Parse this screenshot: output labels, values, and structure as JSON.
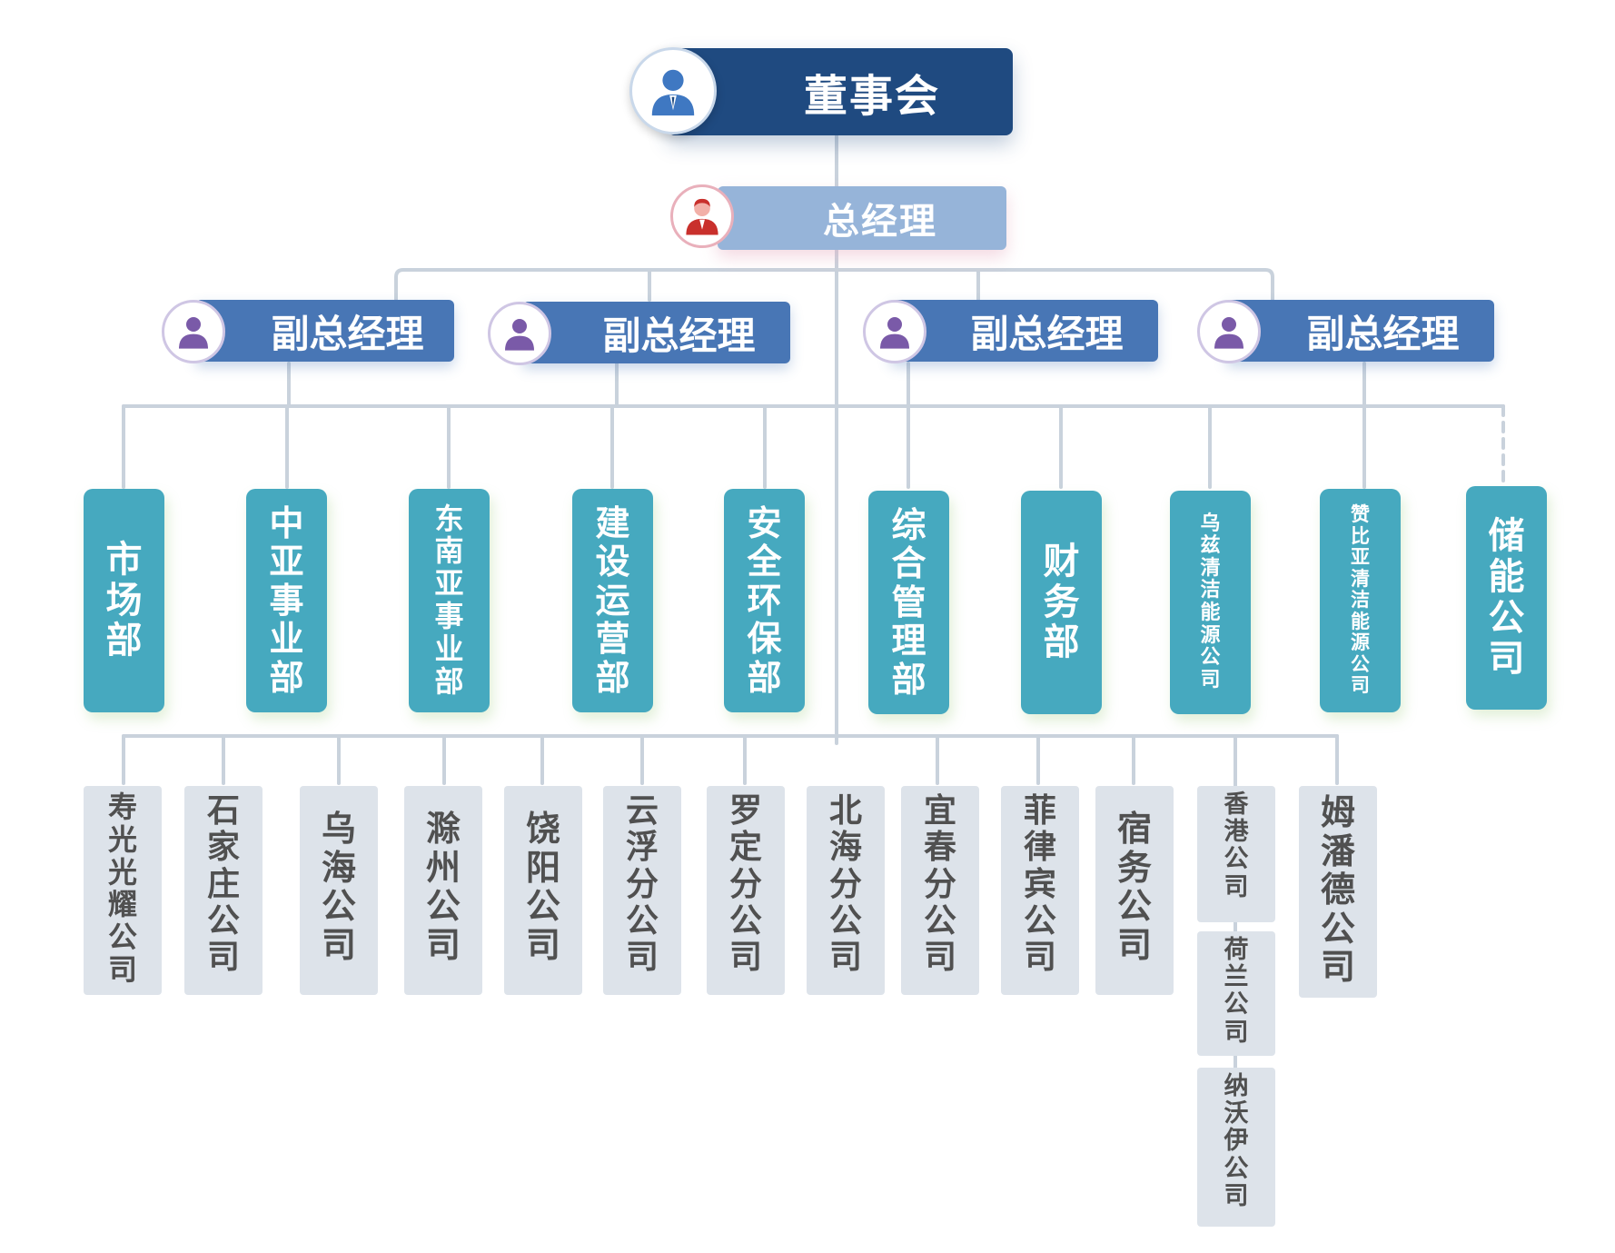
{
  "board": {
    "label": "董事会"
  },
  "gm": {
    "label": "总经理"
  },
  "vps": [
    {
      "label": "副总经理"
    },
    {
      "label": "副总经理"
    },
    {
      "label": "副总经理"
    },
    {
      "label": "副总经理"
    }
  ],
  "departments": [
    {
      "label": "市场部"
    },
    {
      "label": "中亚事业部"
    },
    {
      "label": "东南亚事业部"
    },
    {
      "label": "建设运营部"
    },
    {
      "label": "安全环保部"
    },
    {
      "label": "综合管理部"
    },
    {
      "label": "财务部"
    },
    {
      "label": "乌兹清洁能源公司"
    },
    {
      "label": "赞比亚清洁能源公司"
    },
    {
      "label": "储能公司"
    }
  ],
  "companies": [
    {
      "label": "寿光光耀公司"
    },
    {
      "label": "石家庄公司"
    },
    {
      "label": "乌海公司"
    },
    {
      "label": "滁州公司"
    },
    {
      "label": "饶阳公司"
    },
    {
      "label": "云浮分公司"
    },
    {
      "label": "罗定分公司"
    },
    {
      "label": "北海分公司"
    },
    {
      "label": "宜春分公司"
    },
    {
      "label": "菲律宾公司"
    },
    {
      "label": "宿务公司"
    },
    {
      "label": "香港公司"
    },
    {
      "label": "荷兰公司"
    },
    {
      "label": "纳沃伊公司"
    },
    {
      "label": "姆潘德公司"
    }
  ],
  "colors": {
    "board": "#1f4a80",
    "gm": "#96b4d9",
    "vp": "#4876b5",
    "department": "#46a9bf",
    "company": "#dde3ea",
    "connector": "#c9d2dc"
  },
  "icons": {
    "board": "person-icon-blue",
    "gm": "person-icon-red",
    "vp": "person-icon-purple"
  }
}
